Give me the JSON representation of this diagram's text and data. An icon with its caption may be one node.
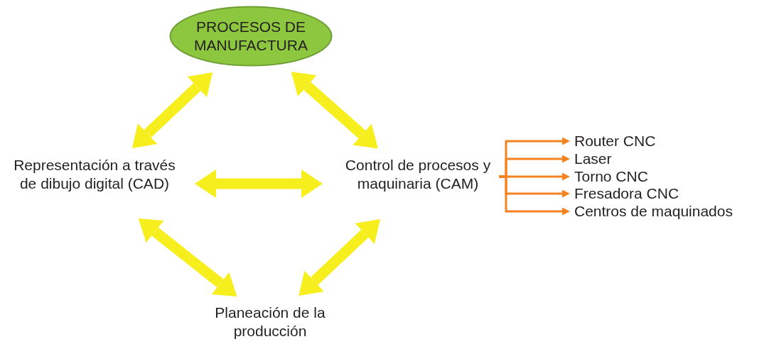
{
  "diagram": {
    "nodes": [
      {
        "text": [
          "PROCESOS DE MANUFACTURA"
        ]
      },
      {
        "text": [
          "Representación a través de dibujo digital (CAD)"
        ]
      },
      {
        "text": [
          "Control de procesos y maquinaria (CAM)"
        ]
      },
      {
        "text": [
          "Planeación de la producción"
        ]
      },
      {
        "text": [
          "Router CNC"
        ]
      },
      {
        "text": [
          "Laser"
        ]
      },
      {
        "text": [
          "Torno CNC"
        ]
      },
      {
        "text": [
          "Fresadora CNC"
        ]
      },
      {
        "text": [
          "Centros de maquinados"
        ]
      }
    ],
    "edges": [
      {
        "from": 0,
        "to": 1,
        "arrow": "both",
        "style": "thick"
      },
      {
        "from": 0,
        "to": 2,
        "arrow": "both",
        "style": "thick"
      },
      {
        "from": 1,
        "to": 2,
        "arrow": "both",
        "style": "thick"
      },
      {
        "from": 1,
        "to": 3,
        "arrow": "both",
        "style": "thick"
      },
      {
        "from": 2,
        "to": 3,
        "arrow": "both",
        "style": "thick"
      },
      {
        "from": 2,
        "to": 4,
        "arrow": "to",
        "color": "#f58220"
      },
      {
        "from": 2,
        "to": 5,
        "arrow": "to",
        "color": "#f58220"
      },
      {
        "from": 2,
        "to": 6,
        "arrow": "to",
        "color": "#f58220"
      },
      {
        "from": 2,
        "to": 7,
        "arrow": "to",
        "color": "#f58220"
      },
      {
        "from": 2,
        "to": 8,
        "arrow": "to",
        "color": "#f58220"
      }
    ]
  }
}
